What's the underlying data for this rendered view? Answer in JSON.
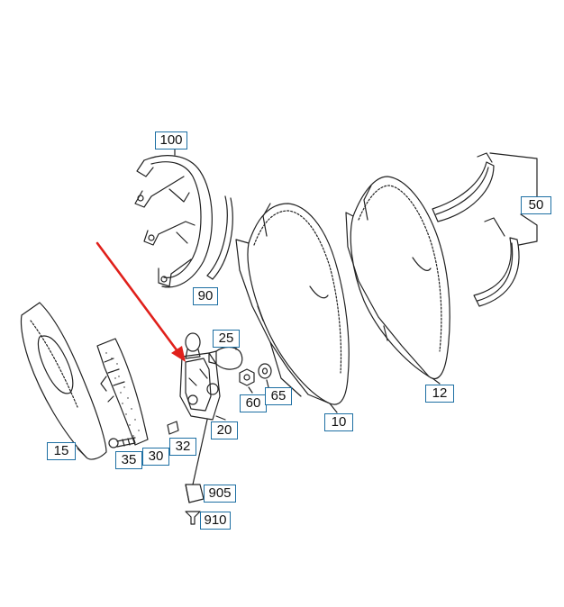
{
  "diagram": {
    "callout_color": "#1d6fa3",
    "arrow_color": "#e0201b",
    "line_color": "#222222",
    "callouts": {
      "c100": "100",
      "c90": "90",
      "c50": "50",
      "c25": "25",
      "c60": "60",
      "c65": "65",
      "c20": "20",
      "c10": "10",
      "c12": "12",
      "c15": "15",
      "c32": "32",
      "c35": "35",
      "c30": "30",
      "c905": "905",
      "c910": "910"
    }
  }
}
